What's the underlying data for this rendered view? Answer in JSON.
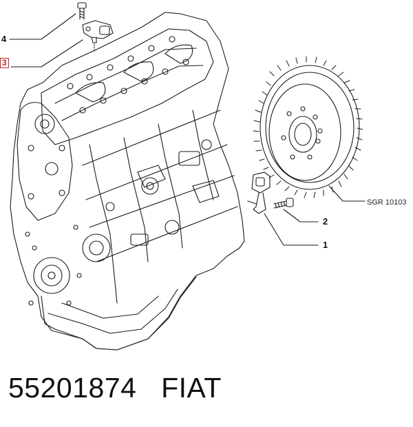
{
  "callouts": {
    "c4": "4",
    "c3": "3",
    "c2": "2",
    "c1": "1",
    "sgr": "SGR 10103"
  },
  "caption": {
    "part_number": "55201874",
    "brand": "FIAT"
  },
  "colors": {
    "line": "#1a1a1a",
    "highlight_box": "#cc2222",
    "background": "#ffffff"
  }
}
